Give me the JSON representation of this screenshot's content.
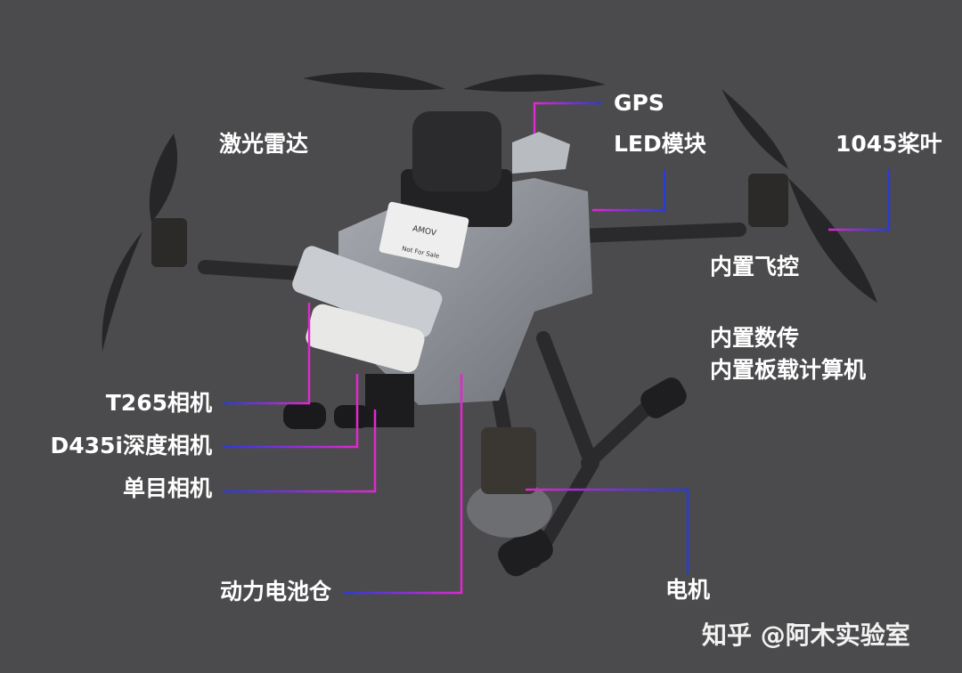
{
  "labels": {
    "lidar": "激光雷达",
    "gps": "GPS",
    "led": "LED模块",
    "propeller": "1045桨叶",
    "flight_controller": "内置飞控",
    "datalink": "内置数传",
    "onboard_computer": "内置板载计算机",
    "t265": "T265相机",
    "d435i": "D435i深度相机",
    "mono_camera": "单目相机",
    "battery_bay": "动力电池仓",
    "motor": "电机"
  },
  "product_markings": {
    "brand": "AMOV",
    "sticker_note": "Not For Sale"
  },
  "watermark": "知乎 @阿木实验室",
  "colors": {
    "background": "#4b4b4d",
    "leader_line_start": "#2a3ad8",
    "leader_line_end": "#e028d0",
    "label_text": "#ffffff"
  }
}
